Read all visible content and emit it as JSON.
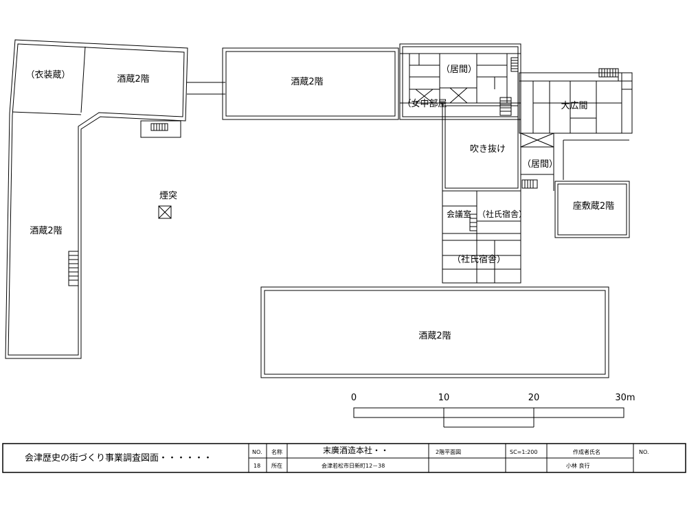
{
  "rooms": {
    "ishou_gura": "（衣装蔵）",
    "sakagura_nw": "酒蔵2階",
    "sakagura_n": "酒蔵2階",
    "sakagura_w": "酒蔵2階",
    "sakagura_s": "酒蔵2階",
    "entotsu": "煙突",
    "ima_top": "（居間）",
    "jochu_beya": "（女中部屋",
    "ohiroma": "大広間",
    "fukinuke": "吹き抜け",
    "ima_mid": "（居間）",
    "zashiki_gura": "座敷蔵2階",
    "kaigishitsu": "会議室",
    "shain_shukusha_1": "（社氏宿舎）",
    "shain_shukusha_2": "（社氏宿舎）"
  },
  "scale": {
    "ticks": [
      "0",
      "10",
      "20",
      "30m"
    ]
  },
  "title_block": {
    "survey_title": "会津歴史の街づくり事業調査図面・・・・・・",
    "no_label": "NO.",
    "no_value": "18",
    "name_label": "名称",
    "name_value": "末廣酒造本社・・",
    "location_label": "所在",
    "location_value": "会津若松市日新町12－38",
    "drawing_title": "2階平面図",
    "drawing_scale": "SC=1:200",
    "author_label": "作成者氏名",
    "author_name": "小林 良行",
    "no_label_2": "NO."
  }
}
